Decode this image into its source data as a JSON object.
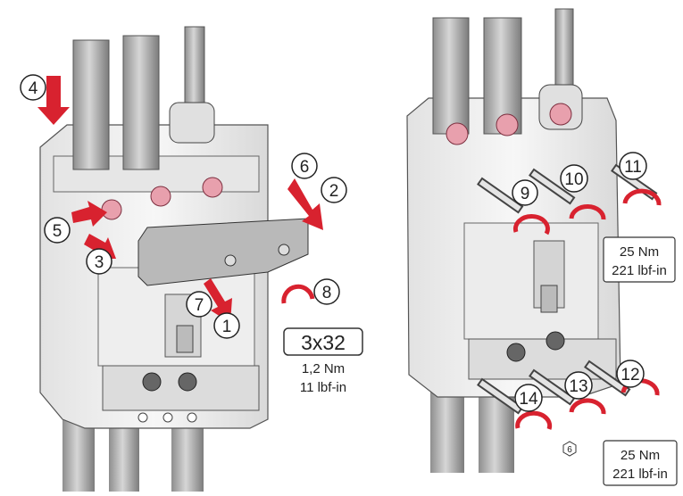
{
  "steps": {
    "s1": "1",
    "s2": "2",
    "s3": "3",
    "s4": "4",
    "s5": "5",
    "s6": "6",
    "s7": "7",
    "s8": "8",
    "s9": "9",
    "s10": "10",
    "s11": "11",
    "s12": "12",
    "s13": "13",
    "s14": "14"
  },
  "screw_spec": {
    "size": "3x32",
    "torque_nm": "1,2 Nm",
    "torque_lbf": "11 lbf-in"
  },
  "torque_top": {
    "nm": "25 Nm",
    "lbf": "221 lbf-in"
  },
  "torque_bottom": {
    "nm": "25 Nm",
    "lbf": "221 lbf-in"
  },
  "small_mark": "6",
  "colors": {
    "arrow_red": "#d8222f",
    "body": "#f2f2f2",
    "shade": "#cfcfcf",
    "cable": "#a9a9a9",
    "pink": "#e8a0ad"
  },
  "icons": [
    "wrench-turn-arrow-icon",
    "straight-arrow-icon"
  ]
}
